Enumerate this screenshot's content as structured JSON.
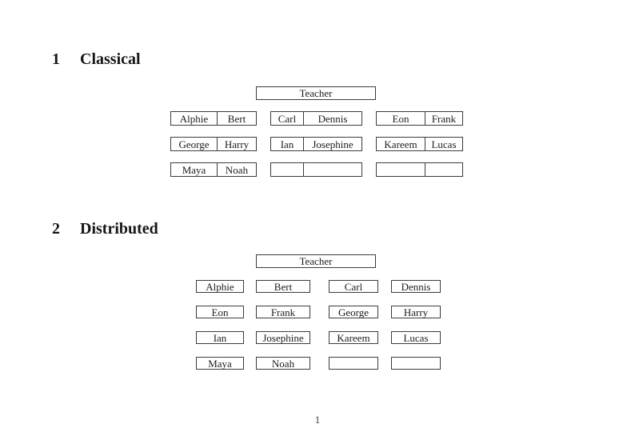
{
  "page": {
    "number": "1"
  },
  "colors": {
    "border": "#3c3c3c",
    "text": "#1c1c1c",
    "background": "#ffffff"
  },
  "sections": [
    {
      "number": "1",
      "title": "Classical"
    },
    {
      "number": "2",
      "title": "Distributed"
    }
  ],
  "classical": {
    "teacher_label": "Teacher",
    "rows": [
      [
        [
          "Alphie",
          "Bert"
        ],
        [
          "Carl",
          "Dennis"
        ],
        [
          "Eon",
          "Frank"
        ]
      ],
      [
        [
          "George",
          "Harry"
        ],
        [
          "Ian",
          "Josephine"
        ],
        [
          "Kareem",
          "Lucas"
        ]
      ],
      [
        [
          "Maya",
          "Noah"
        ],
        [
          "",
          ""
        ],
        [
          "",
          ""
        ]
      ]
    ]
  },
  "distributed": {
    "teacher_label": "Teacher",
    "rows": [
      [
        "Alphie",
        "Bert",
        "Carl",
        "Dennis"
      ],
      [
        "Eon",
        "Frank",
        "George",
        "Harry"
      ],
      [
        "Ian",
        "Josephine",
        "Kareem",
        "Lucas"
      ],
      [
        "Maya",
        "Noah",
        "",
        ""
      ]
    ]
  }
}
